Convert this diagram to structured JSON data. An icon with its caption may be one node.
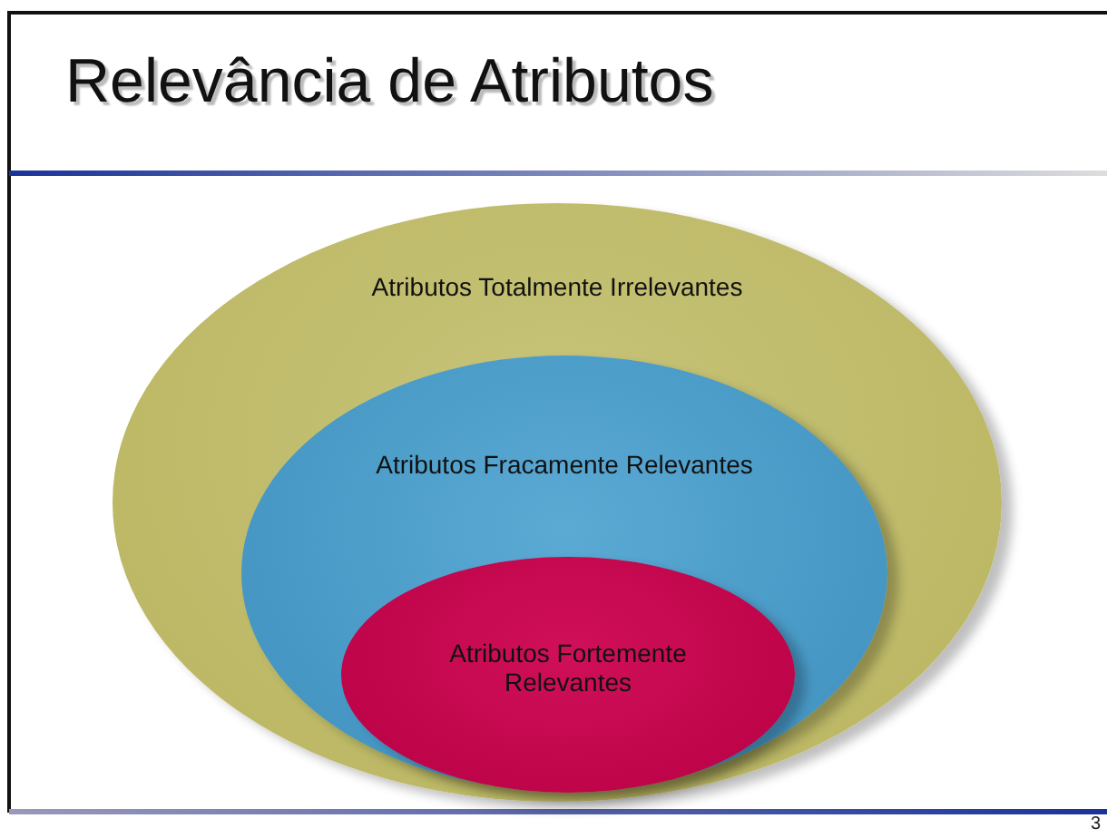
{
  "diagram": {
    "title": "Relevância de Atributos",
    "nodes": [
      {
        "text": [
          "Atributos Totalmente Irrelevantes"
        ]
      },
      {
        "text": [
          "Atributos Fracamente Relevantes"
        ],
        "in": 0
      },
      {
        "text": [
          "Atributos Fortemente Relevantes"
        ],
        "in": 1
      }
    ],
    "labels": [
      "3"
    ]
  }
}
